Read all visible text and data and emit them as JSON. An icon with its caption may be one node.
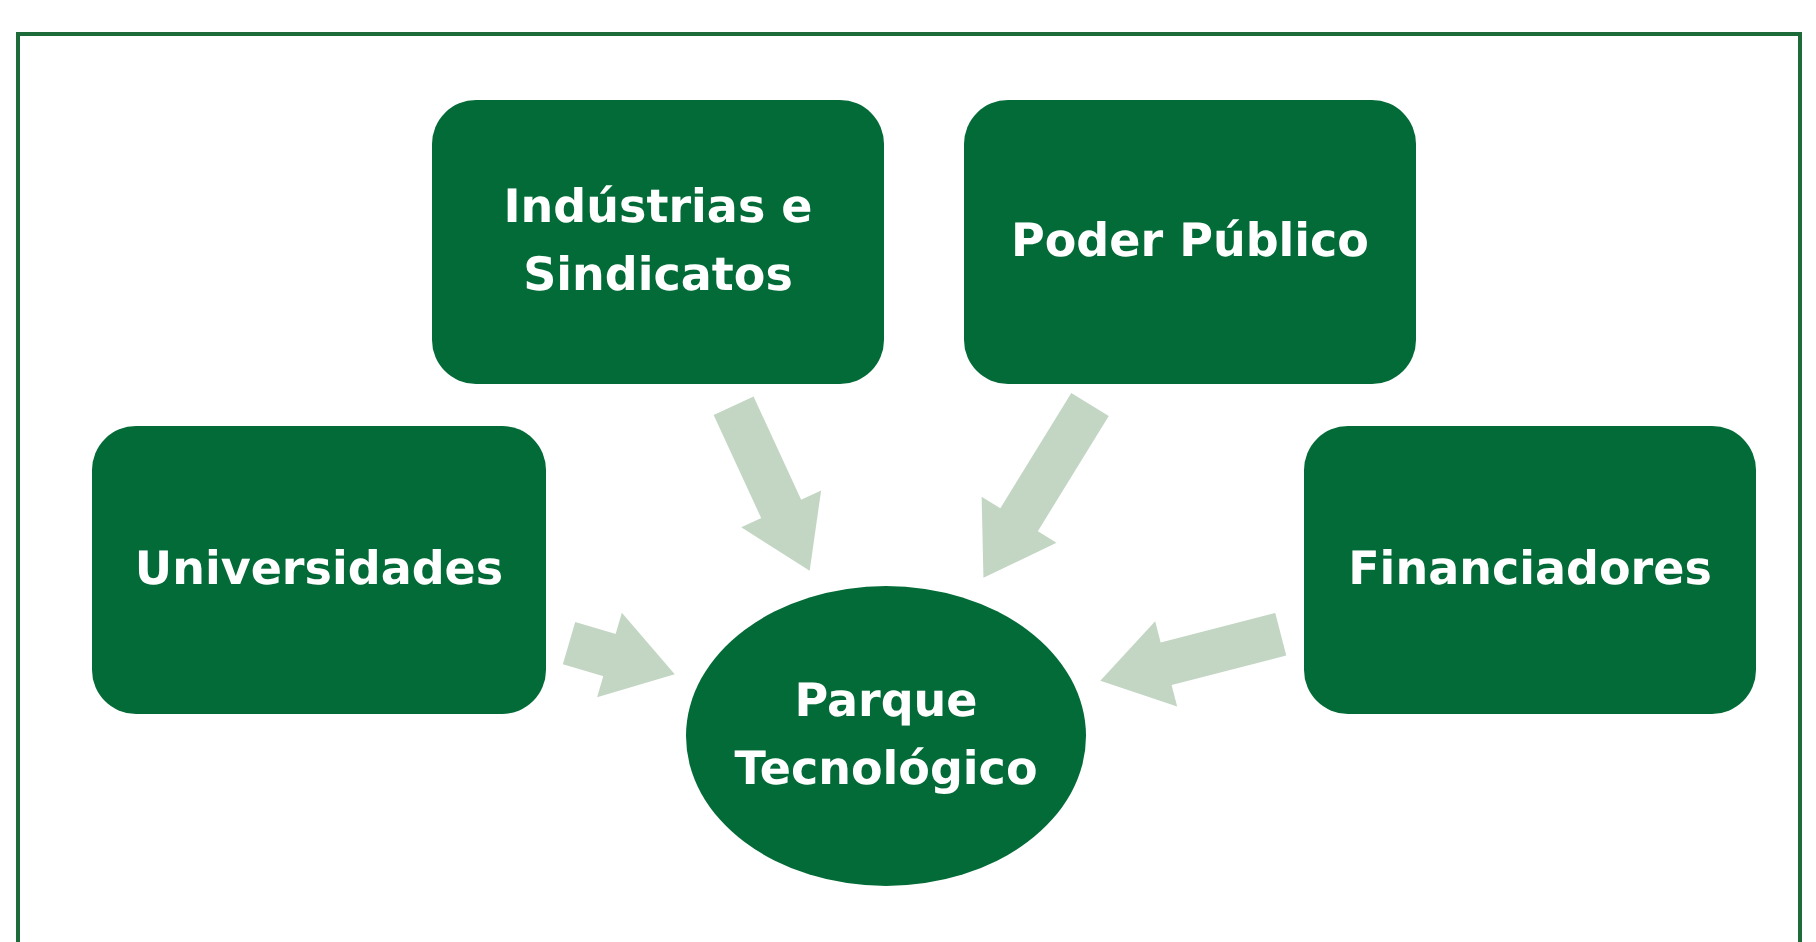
{
  "diagram": {
    "nodes": [
      {
        "text": [
          "Indústrias e Sindicatos"
        ]
      },
      {
        "text": [
          "Poder Público"
        ]
      },
      {
        "text": [
          "Universidades"
        ]
      },
      {
        "text": [
          "Financiadores"
        ]
      },
      {
        "text": [
          "Parque Tecnológico"
        ]
      }
    ],
    "edges": [
      {
        "from": 0,
        "to": 4,
        "arrow": "to"
      },
      {
        "from": 1,
        "to": 4,
        "arrow": "to"
      },
      {
        "from": 2,
        "to": 4,
        "arrow": "to"
      },
      {
        "from": 3,
        "to": 4,
        "arrow": "to"
      }
    ]
  }
}
